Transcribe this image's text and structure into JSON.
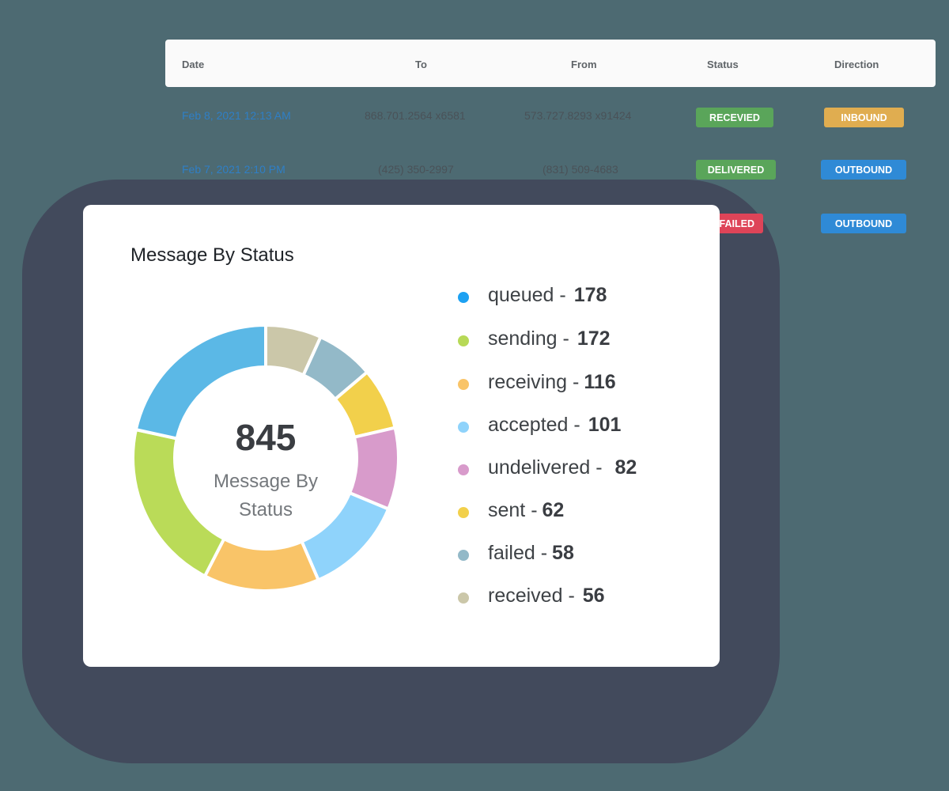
{
  "table": {
    "headers": [
      "Date",
      "To",
      "From",
      "Status",
      "Direction"
    ],
    "rows": [
      {
        "date": "Feb 8, 2021 12:13 AM",
        "to": "868.701.2564 x6581",
        "from": "573.727.8293 x91424",
        "status": "RECEVIED",
        "direction": "INBOUND"
      },
      {
        "date": "Feb 7, 2021 2:10 PM",
        "to": "(425) 350-2997",
        "from": "(831) 509-4683",
        "status": "DELIVERED",
        "direction": "OUTBOUND"
      },
      {
        "date": "",
        "to": "",
        "from": "",
        "status": "FAILED",
        "direction": "OUTBOUND"
      }
    ]
  },
  "colors": {
    "background": "#4d6a72",
    "status_green": "#5aa55a",
    "status_red": "#de4458",
    "direction_inbound": "#e0ad50",
    "direction_outbound": "#2f8ad6",
    "date_link": "#2f7fc6"
  },
  "card": {
    "title": "Message By Status",
    "center_value": "845",
    "center_label_line1": "Message By",
    "center_label_line2": "Status"
  },
  "chart_data": {
    "type": "pie",
    "variant": "donut",
    "title": "Message By Status",
    "total": 845,
    "center_text": "845 Message By Status",
    "categories": [
      "queued",
      "sending",
      "receiving",
      "accepted",
      "undelivered",
      "sent",
      "failed",
      "received"
    ],
    "values": [
      178,
      172,
      116,
      101,
      82,
      62,
      58,
      56
    ],
    "legend_colors": [
      "#1da1f2",
      "#b7d957",
      "#f9c468",
      "#8fd3fb",
      "#d89bcb",
      "#f2d04b",
      "#93b9c8",
      "#cbc7a9"
    ],
    "segment_colors": [
      "#5bb8e6",
      "#badb58",
      "#f9c468",
      "#8fd3fb",
      "#d89bcb",
      "#f2d04b",
      "#93b9c8",
      "#cbc7a9"
    ],
    "legend_position": "right"
  },
  "legend": [
    {
      "label": "queued -",
      "value": "178"
    },
    {
      "label": "sending -",
      "value": "172"
    },
    {
      "label": "receiving -",
      "value": "116"
    },
    {
      "label": "accepted -",
      "value": "101"
    },
    {
      "label": "undelivered -",
      "value": "82"
    },
    {
      "label": "sent -",
      "value": "62"
    },
    {
      "label": "failed -",
      "value": "58"
    },
    {
      "label": "received -",
      "value": "56"
    }
  ]
}
